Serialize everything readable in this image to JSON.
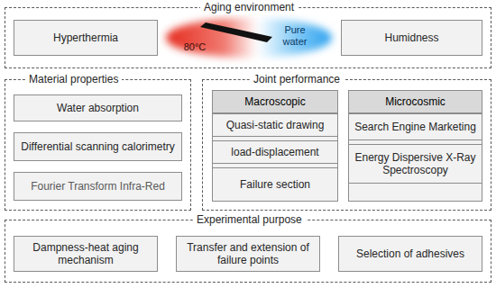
{
  "diagram": {
    "nodes": [
      {
        "text": [
          "Aging environment"
        ]
      },
      {
        "text": [
          "Hyperthermia"
        ],
        "in": 0
      },
      {
        "text": [
          "Humidness"
        ],
        "in": 0
      },
      {
        "text": [
          "Material properties"
        ]
      },
      {
        "text": [
          "Water absorption"
        ],
        "in": 3
      },
      {
        "text": [
          "Differential scanning calorimetry"
        ],
        "in": 3
      },
      {
        "text": [
          "Fourier Transform Infra-Red"
        ],
        "in": 3
      },
      {
        "text": [
          "Joint performance"
        ]
      },
      {
        "text": [
          "Macroscopic"
        ],
        "in": 7
      },
      {
        "text": [
          "Quasi-static drawing"
        ],
        "in": 8
      },
      {
        "text": [
          "load-displacement"
        ],
        "in": 8
      },
      {
        "text": [
          "Failure section"
        ],
        "in": 8
      },
      {
        "text": [
          "Microcosmic"
        ],
        "in": 7
      },
      {
        "text": [
          "Search Engine Marketing"
        ],
        "in": 12
      },
      {
        "text": [
          "Energy Dispersive X-Ray Spectroscopy"
        ],
        "in": 12
      },
      {
        "text": [
          "Experimental purpose"
        ]
      },
      {
        "text": [
          "Dampness-heat aging mechanism"
        ],
        "in": 15
      },
      {
        "text": [
          "Transfer and extension of failure points"
        ],
        "in": 15
      },
      {
        "text": [
          "Selection of adhesives"
        ],
        "in": 15
      }
    ],
    "labels": [
      "80°C",
      "Pure water"
    ]
  }
}
